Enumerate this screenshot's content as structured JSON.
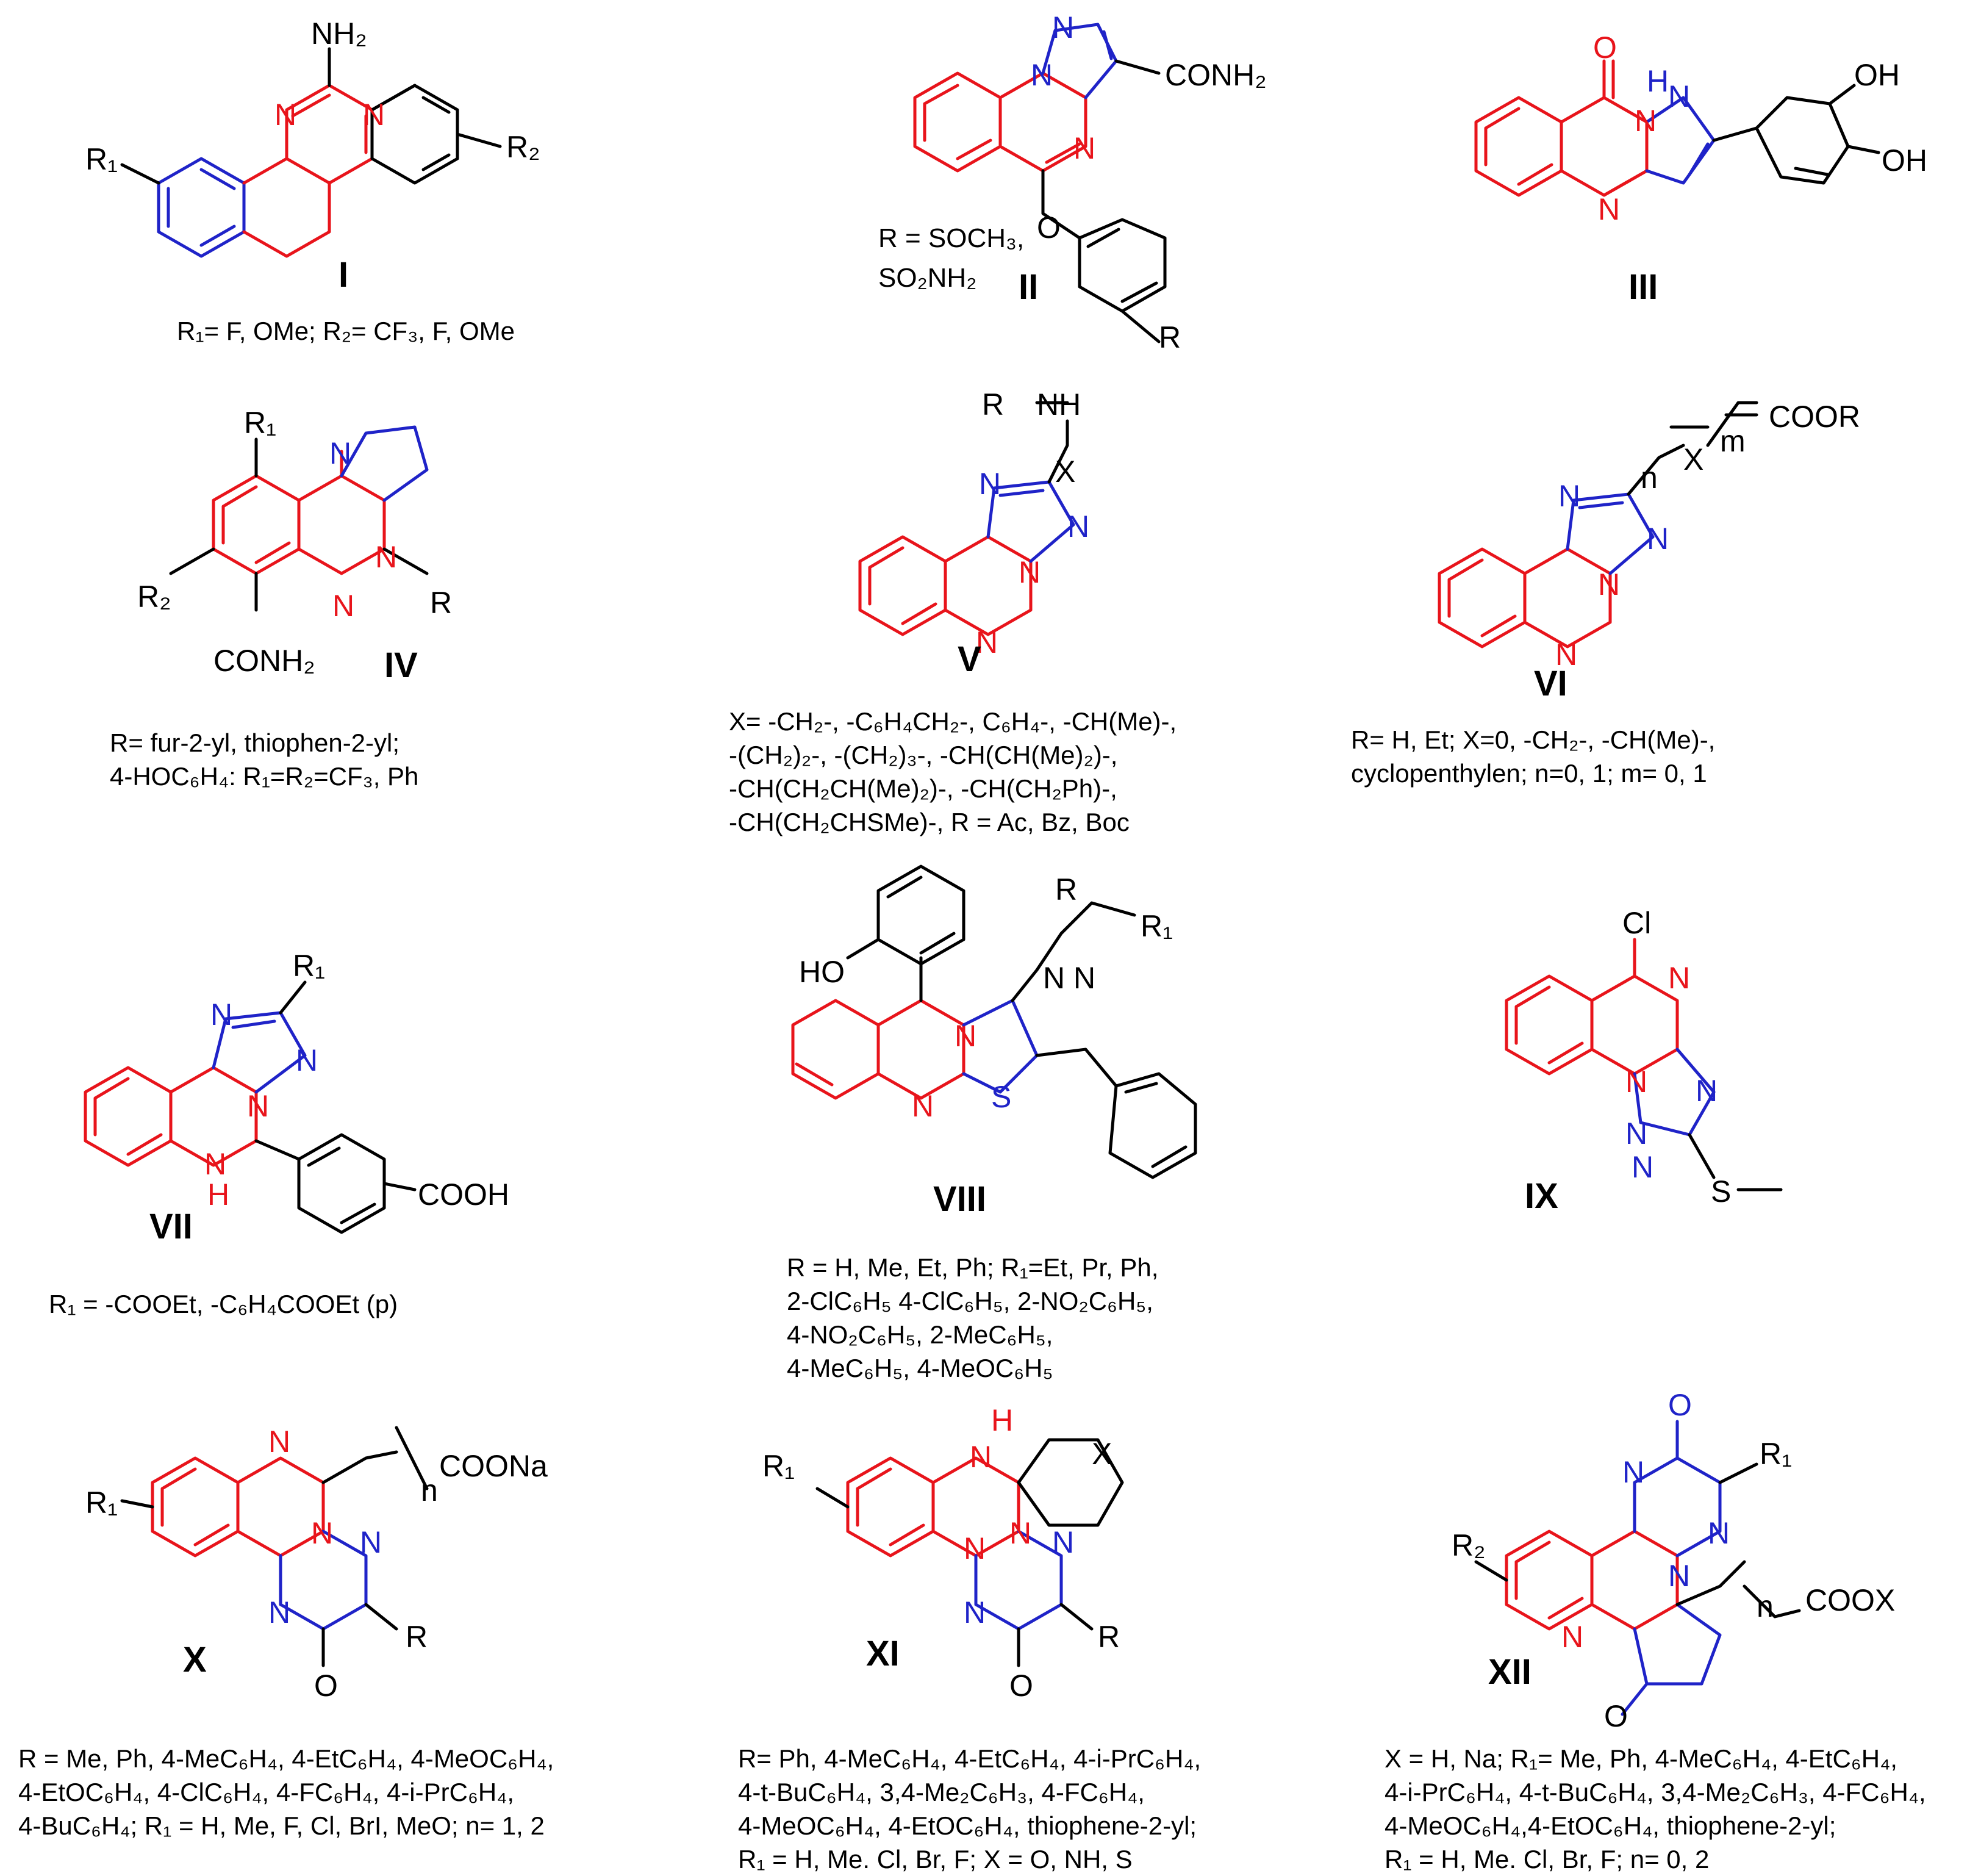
{
  "colors": {
    "ring_primary": "#e8141b",
    "ring_secondary": "#1f23c8",
    "bond": "#000000"
  },
  "compounds": [
    {
      "id": "I",
      "numeral": "I",
      "caption": [
        "R₁= F, OMe; R₂= CF₃, F, OMe"
      ]
    },
    {
      "id": "II",
      "numeral": "II",
      "inline": [
        "R = SOCH₃,",
        "SO₂NH₂"
      ]
    },
    {
      "id": "III",
      "numeral": "III"
    },
    {
      "id": "IV",
      "numeral": "IV",
      "caption": [
        "R= fur-2-yl, thiophen-2-yl;",
        "4-HOC₆H₄: R₁=R₂=CF₃, Ph"
      ]
    },
    {
      "id": "V",
      "numeral": "V",
      "caption": [
        "X= -CH₂-, -C₆H₄CH₂-, C₆H₄-, -CH(Me)-,",
        "-(CH₂)₂-,    -(CH₂)₃-,    -CH(CH(Me)₂)-,",
        "-CH(CH₂CH(Me)₂)-,    -CH(CH₂Ph)-,",
        "-CH(CH₂CHSMe)-, R = Ac, Bz, Boc"
      ]
    },
    {
      "id": "VI",
      "numeral": "VI",
      "caption": [
        "R= H, Et; X=0, -CH₂-, -CH(Me)-,",
        "cyclopenthylen; n=0, 1; m= 0, 1"
      ]
    },
    {
      "id": "VII",
      "numeral": "VII",
      "caption": [
        "R₁ = -COOEt, -C₆H₄COOEt (p)"
      ]
    },
    {
      "id": "VIII",
      "numeral": "VIII",
      "caption": [
        "R = H, Me, Et, Ph; R₁=Et, Pr, Ph,",
        "2-ClC₆H₅ 4-ClC₆H₅,  2-NO₂C₆H₅,",
        "4-NO₂C₆H₅,            2-MeC₆H₅,",
        "4-MeC₆H₅, 4-MeOC₆H₅"
      ]
    },
    {
      "id": "IX",
      "numeral": "IX"
    },
    {
      "id": "X",
      "numeral": "X",
      "caption": [
        "R = Me, Ph, 4-MeC₆H₄, 4-EtC₆H₄, 4-MeOC₆H₄,",
        "4-EtOC₆H₄,  4-ClC₆H₄,  4-FC₆H₄,  4-i-PrC₆H₄,",
        "4-BuC₆H₄; R₁ = H, Me, F, Cl, BrI, MeO; n= 1, 2"
      ]
    },
    {
      "id": "XI",
      "numeral": "XI",
      "caption": [
        "R= Ph, 4-MeC₆H₄, 4-EtC₆H₄, 4-i-PrC₆H₄,",
        "4-t-BuC₆H₄,   3,4-Me₂C₆H₃,   4-FC₆H₄,",
        "4-MeOC₆H₄, 4-EtOC₆H₄,  thiophene-2-yl;",
        "R₁ = H, Me. Cl, Br, F; X = O, NH, S"
      ]
    },
    {
      "id": "XII",
      "numeral": "XII",
      "caption": [
        "X = H, Na;  R₁= Me, Ph, 4-MeC₆H₄, 4-EtC₆H₄,",
        "4-i-PrC₆H₄, 4-t-BuC₆H₄, 3,4-Me₂C₆H₃, 4-FC₆H₄,",
        "4-MeOC₆H₄,4-EtOC₆H₄,               thiophene-2-yl;",
        "R₁ = H, Me. Cl, Br, F; n= 0, 2"
      ]
    }
  ],
  "atoms": {
    "I": [
      "NH₂",
      "N",
      "N",
      "R₁",
      "R₂"
    ],
    "II": [
      "N",
      "N",
      "N",
      "CONH₂",
      "O",
      "R"
    ],
    "III": [
      "O",
      "N",
      "H",
      "N",
      "N",
      "OH",
      "OH"
    ],
    "IV": [
      "R₁",
      "N",
      "N",
      "N",
      "R₂",
      "R",
      "CONH₂"
    ],
    "V": [
      "R",
      "NH",
      "X",
      "N",
      "N",
      "N",
      "N"
    ],
    "VI": [
      "COOR",
      "m",
      "X",
      "n",
      "N",
      "N",
      "N",
      "N"
    ],
    "VII": [
      "R₁",
      "N",
      "N",
      "N",
      "N",
      "H",
      "COOH"
    ],
    "VIII": [
      "HO",
      "R",
      "R₁",
      "N",
      "N",
      "N",
      "N",
      "S"
    ],
    "IX": [
      "Cl",
      "N",
      "N",
      "N",
      "N",
      "N",
      "S"
    ],
    "X": [
      "N",
      "COONa",
      "n",
      "R₁",
      "N",
      "N",
      "N",
      "R",
      "O"
    ],
    "XI": [
      "H",
      "N",
      "X",
      "R₁",
      "N",
      "N",
      "N",
      "N",
      "R",
      "O"
    ],
    "XII": [
      "O",
      "R₁",
      "N",
      "N",
      "R₂",
      "N",
      "n",
      "COOX",
      "N",
      "O"
    ]
  }
}
